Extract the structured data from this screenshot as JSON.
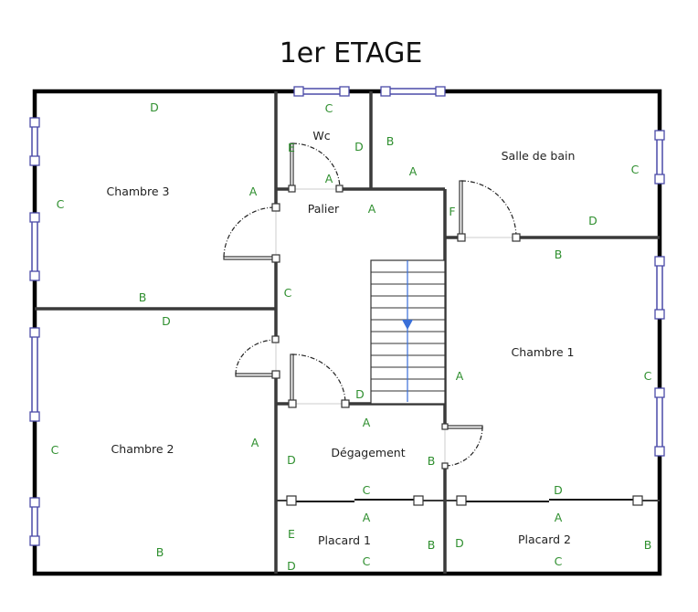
{
  "title": "1er ETAGE",
  "rooms": {
    "chambre3": "Chambre 3",
    "wc": "Wc",
    "palier": "Palier",
    "salle_de_bain": "Salle de bain",
    "chambre1": "Chambre 1",
    "chambre2": "Chambre 2",
    "degagement": "Dégagement",
    "placard1": "Placard 1",
    "placard2": "Placard 2"
  },
  "wall_tags": {
    "ch3_top": "D",
    "ch3_left": "C",
    "ch3_right": "A",
    "ch3_bottom": "B",
    "wc_top": "C",
    "wc_left": "E",
    "wc_right": "D",
    "wc_bottom": "A",
    "palier_top": "A",
    "palier_right": "C",
    "sdb_left": "B",
    "sdb_bottom_left": "A",
    "sdb_right": "C",
    "sdb_bottom": "D",
    "sdb_door": "F",
    "ch1_top": "B",
    "ch1_left": "A",
    "ch1_right": "C",
    "ch2_top": "D",
    "ch2_left": "C",
    "ch2_right": "A",
    "ch2_bottom": "B",
    "stair_bottom": "D",
    "deg_top": "A",
    "deg_left": "D",
    "deg_right": "B",
    "deg_bottom": "C",
    "pl1_top": "A",
    "pl1_left": "E",
    "pl1_left2": "D",
    "pl1_right": "B",
    "pl1_bottom": "C",
    "pl2_top_outer": "D",
    "pl2_top": "A",
    "pl2_left": "D",
    "pl2_right": "B",
    "pl2_bottom": "C"
  },
  "colors": {
    "tag": "#2f8f2f",
    "window": "#4a4aa8",
    "stair_arrow": "#3a6fd8"
  }
}
